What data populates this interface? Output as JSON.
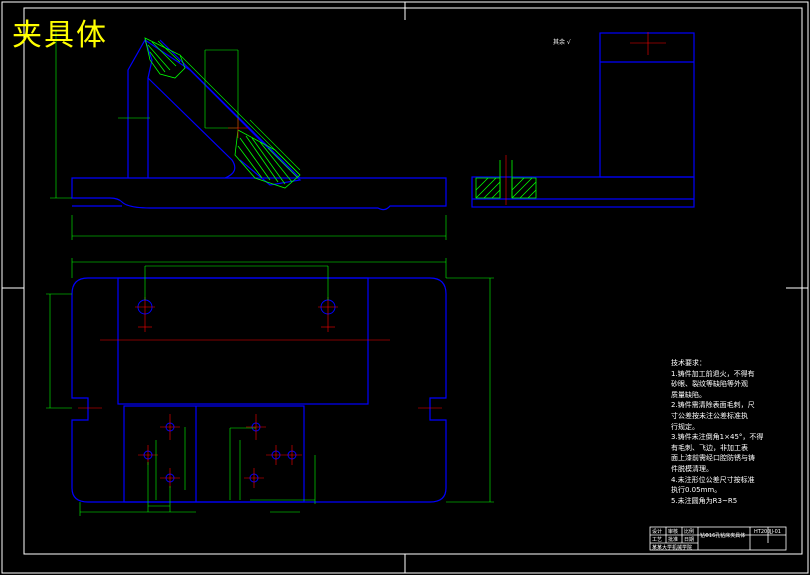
{
  "drawing": {
    "title": "夹具体",
    "roughness_note": "其余 √"
  },
  "technical_requirements": {
    "heading": "技术要求：",
    "lines": [
      "1.铸件加工前退火，不得有",
      "砂眼、裂纹等缺陷等外观",
      "质量缺陷。",
      "2.铸件需清除表面毛刺，尺",
      "寸公差按未注公差标准执",
      "行规定。",
      "3.铸件未注倒角1×45°，不得",
      "有毛刺、飞边，非加工表",
      "面上漆前需经口腔防锈与铸",
      "件脱模清理。",
      "4.未注形位公差尺寸按标准",
      "执行0.05mm。",
      "5.未注圆角为R3~R5"
    ]
  },
  "title_block": {
    "cells": [
      "设计",
      "审核",
      "比例",
      "工艺",
      "批准",
      "日期"
    ],
    "part_name": "钻Φ16孔钻床夹具体",
    "material": "HT200",
    "drawing_no": "JJ-01",
    "school": "某某大学机械学院"
  },
  "colors": {
    "outline": "#0000ff",
    "dimension": "#00ff00",
    "center": "#ff0000",
    "frame": "#ffffff",
    "title": "#ffff00",
    "hatch": "#00ff00"
  }
}
